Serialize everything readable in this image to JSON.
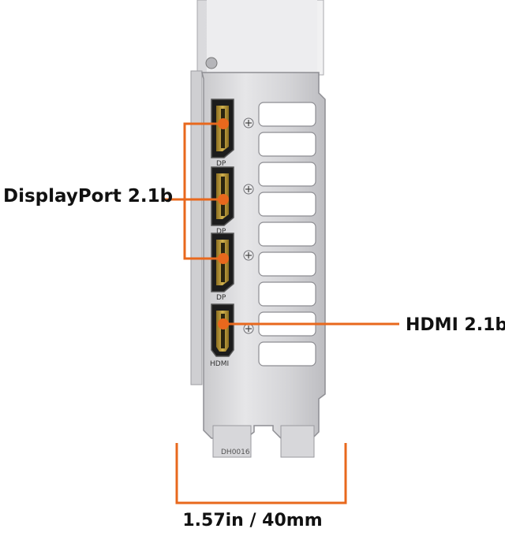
{
  "callouts": {
    "displayport": "DisplayPort 2.1b",
    "hdmi": "HDMI 2.1b",
    "dimension": "1.57in / 40mm"
  },
  "port_labels": {
    "dp": "DP",
    "hdmi": "HDMI"
  },
  "part_number": "DH0016",
  "colors": {
    "accent": "#E8681D",
    "bracket": "#D8D8DA",
    "port_gold": "#B89A3A"
  }
}
